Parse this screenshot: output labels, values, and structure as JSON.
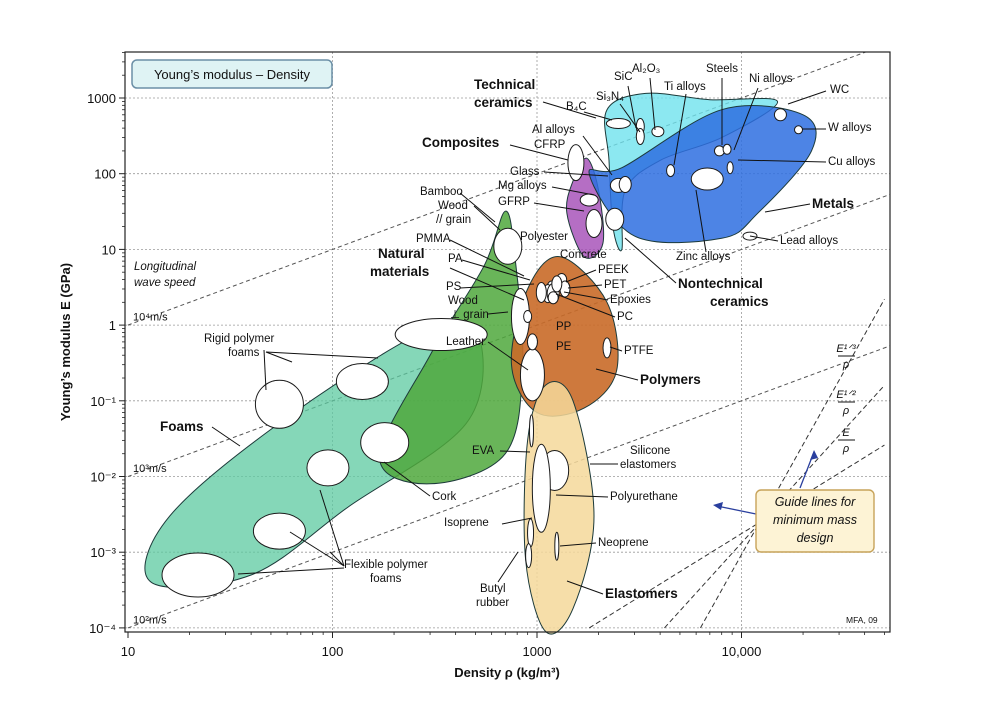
{
  "chart_data": {
    "type": "scatter",
    "title": "Young’s modulus – Density",
    "xlabel": "Density ρ (kg/m³)",
    "ylabel": "Young’s modulus E (GPa)",
    "x_scale": "log",
    "y_scale": "log",
    "xlim": [
      9.5,
      55000
    ],
    "ylim": [
      8e-05,
      3500
    ],
    "x_ticks": [
      10,
      100,
      1000,
      10000
    ],
    "x_tick_labels": [
      "10",
      "100",
      "1000",
      "10,000"
    ],
    "y_ticks": [
      0.0001,
      0.001,
      0.01,
      0.1,
      1,
      10,
      100,
      1000
    ],
    "y_tick_labels": [
      "10⁻⁴",
      "10⁻³",
      "10⁻²",
      "10⁻¹",
      "1",
      "10",
      "100",
      "1000"
    ],
    "grid": true,
    "credit": "MFA, 09",
    "wave_speed_caption": [
      "Longitudinal",
      "wave speed"
    ],
    "wave_speed_lines": [
      {
        "label": "10⁴m/s",
        "speed": 10000
      },
      {
        "label": "10³m/s",
        "speed": 1000
      },
      {
        "label": "10²m/s",
        "speed": 100
      }
    ],
    "guide_lines": [
      {
        "label_num": "E¹ᐟ³",
        "label_den": "ρ",
        "slope": 3
      },
      {
        "label_num": "E¹ᐟ²",
        "label_den": "ρ",
        "slope": 2
      },
      {
        "label_num": "E",
        "label_den": "ρ",
        "slope": 1
      }
    ],
    "guide_note": [
      "Guide lines for",
      "minimum mass",
      "design"
    ],
    "families": [
      {
        "name": "Foams",
        "color": "#5cc9a0",
        "points": [
          [
            13,
            0.0004
          ],
          [
            16,
            0.003
          ],
          [
            60,
            0.06
          ],
          [
            300,
            0.9
          ],
          [
            520,
            0.7
          ],
          [
            450,
            0.05
          ],
          [
            120,
            0.004
          ],
          [
            40,
            0.0005
          ]
        ]
      },
      {
        "name": "Natural materials",
        "color": "#4fa83c",
        "points": [
          [
            170,
            0.018
          ],
          [
            300,
            0.4
          ],
          [
            550,
            6
          ],
          [
            700,
            32
          ],
          [
            780,
            8
          ],
          [
            850,
            0.3
          ],
          [
            700,
            0.02
          ],
          [
            300,
            0.008
          ]
        ]
      },
      {
        "name": "Polymers",
        "color": "#c96a28",
        "points": [
          [
            750,
            0.3
          ],
          [
            900,
            3
          ],
          [
            1300,
            8
          ],
          [
            2200,
            2
          ],
          [
            2450,
            0.25
          ],
          [
            1700,
            0.08
          ],
          [
            1000,
            0.07
          ]
        ]
      },
      {
        "name": "Elastomers",
        "color": "#f5d89a",
        "points": [
          [
            880,
            0.0008
          ],
          [
            900,
            0.03
          ],
          [
            1100,
            0.16
          ],
          [
            1500,
            0.1
          ],
          [
            1900,
            0.003
          ],
          [
            1500,
            0.00018
          ],
          [
            1100,
            9e-05
          ]
        ]
      },
      {
        "name": "Composites",
        "color": "#a24ab5",
        "points": [
          [
            1400,
            30
          ],
          [
            1500,
            80
          ],
          [
            1750,
            160
          ],
          [
            2000,
            60
          ],
          [
            2100,
            12
          ],
          [
            1700,
            8
          ]
        ]
      },
      {
        "name": "Technical ceramics",
        "color": "#6fe2ee",
        "points": [
          [
            2200,
            700
          ],
          [
            3400,
            1150
          ],
          [
            7000,
            950
          ],
          [
            15000,
            900
          ],
          [
            8000,
            300
          ],
          [
            4000,
            150
          ],
          [
            2700,
            60
          ],
          [
            2600,
            10
          ],
          [
            2350,
            20
          ],
          [
            2250,
            150
          ]
        ]
      },
      {
        "name": "Metals",
        "color": "#2e6ee0",
        "points": [
          [
            1800,
            100
          ],
          [
            2600,
            120
          ],
          [
            8000,
            700
          ],
          [
            20000,
            600
          ],
          [
            22000,
            200
          ],
          [
            12000,
            30
          ],
          [
            8000,
            14
          ],
          [
            3000,
            15
          ]
        ]
      }
    ],
    "materials": [
      {
        "name": "Al₂O₃",
        "x": 3900,
        "y": 350
      },
      {
        "name": "SiC",
        "x": 3200,
        "y": 400
      },
      {
        "name": "Si₃N₄",
        "x": 3200,
        "y": 300
      },
      {
        "name": "B₄C",
        "x": 2500,
        "y": 450
      },
      {
        "name": "Steels",
        "x": 7800,
        "y": 200
      },
      {
        "name": "Ti alloys",
        "x": 4500,
        "y": 110
      },
      {
        "name": "Ni alloys",
        "x": 8500,
        "y": 210
      },
      {
        "name": "WC",
        "x": 15500,
        "y": 600
      },
      {
        "name": "W alloys",
        "x": 19000,
        "y": 380
      },
      {
        "name": "Cu alloys",
        "x": 8800,
        "y": 120
      },
      {
        "name": "Lead alloys",
        "x": 11000,
        "y": 15
      },
      {
        "name": "Zinc alloys",
        "x": 6800,
        "y": 85
      },
      {
        "name": "Al alloys",
        "x": 2700,
        "y": 72
      },
      {
        "name": "Mg alloys",
        "x": 1800,
        "y": 45
      },
      {
        "name": "CFRP",
        "x": 1600,
        "y": 120
      },
      {
        "name": "GFRP",
        "x": 1900,
        "y": 20
      },
      {
        "name": "Glass",
        "x": 2500,
        "y": 70
      },
      {
        "name": "Bamboo",
        "x": 650,
        "y": 18
      },
      {
        "name": "Wood // grain",
        "x": 600,
        "y": 10
      },
      {
        "name": "Wood ⊥ grain",
        "x": 750,
        "y": 1.2
      },
      {
        "name": "PMMA",
        "x": 1180,
        "y": 3
      },
      {
        "name": "PA",
        "x": 1120,
        "y": 2.5
      },
      {
        "name": "PS",
        "x": 1050,
        "y": 2.5
      },
      {
        "name": "Polyester",
        "x": 1200,
        "y": 3.5
      },
      {
        "name": "Concrete",
        "x": 2400,
        "y": 30
      },
      {
        "name": "PEEK",
        "x": 1300,
        "y": 3.8
      },
      {
        "name": "PET",
        "x": 1350,
        "y": 2.8
      },
      {
        "name": "Epoxies",
        "x": 1150,
        "y": 2.5
      },
      {
        "name": "PC",
        "x": 1200,
        "y": 2.3
      },
      {
        "name": "PP",
        "x": 900,
        "y": 1.2
      },
      {
        "name": "PE",
        "x": 950,
        "y": 0.6
      },
      {
        "name": "PTFE",
        "x": 2200,
        "y": 0.5
      },
      {
        "name": "Leather",
        "x": 950,
        "y": 0.2
      },
      {
        "name": "Rigid polymer foams",
        "x": 100,
        "y": 0.3
      },
      {
        "name": "Flexible polymer foams",
        "x": 60,
        "y": 0.001
      },
      {
        "name": "Cork",
        "x": 170,
        "y": 0.02
      },
      {
        "name": "EVA",
        "x": 940,
        "y": 0.04
      },
      {
        "name": "Silicone elastomers",
        "x": 1550,
        "y": 0.013
      },
      {
        "name": "Polyurethane",
        "x": 1050,
        "y": 0.008
      },
      {
        "name": "Isoprene",
        "x": 930,
        "y": 0.0018
      },
      {
        "name": "Neoprene",
        "x": 1250,
        "y": 0.0013
      },
      {
        "name": "Butyl rubber",
        "x": 910,
        "y": 0.0009
      }
    ]
  }
}
